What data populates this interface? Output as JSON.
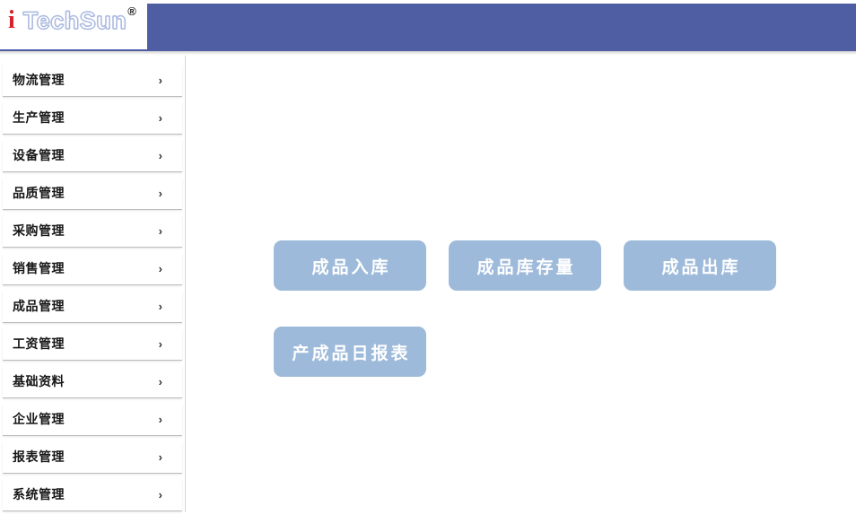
{
  "header": {
    "logo_i": "i",
    "logo_word": "TechSun",
    "logo_reg": "®",
    "band_color": "#4f5da3"
  },
  "sidebar": {
    "items": [
      {
        "label": "物流管理",
        "chevron": "›"
      },
      {
        "label": "生产管理",
        "chevron": "›"
      },
      {
        "label": "设备管理",
        "chevron": "›"
      },
      {
        "label": "品质管理",
        "chevron": "›"
      },
      {
        "label": "采购管理",
        "chevron": "›"
      },
      {
        "label": "销售管理",
        "chevron": "›"
      },
      {
        "label": "成品管理",
        "chevron": "›"
      },
      {
        "label": "工资管理",
        "chevron": "›"
      },
      {
        "label": "基础资料",
        "chevron": "›"
      },
      {
        "label": "企业管理",
        "chevron": "›"
      },
      {
        "label": "报表管理",
        "chevron": "›"
      },
      {
        "label": "系统管理",
        "chevron": "›"
      }
    ],
    "selected_index": 6
  },
  "pointer": {
    "icon": "right-arrow-icon",
    "points_to": "成品管理",
    "color": "#6aa8dc"
  },
  "main": {
    "tiles": [
      {
        "label": "成品入库"
      },
      {
        "label": "成品库存量"
      },
      {
        "label": "成品出库"
      },
      {
        "label": "产成品日报表"
      }
    ],
    "tile_color": "#9ebada",
    "tile_text_color": "#ffffff"
  }
}
